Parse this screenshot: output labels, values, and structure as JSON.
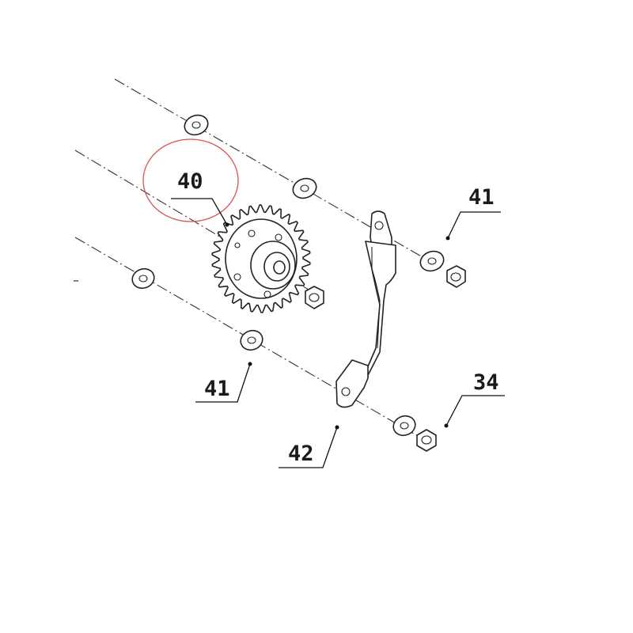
{
  "diagram": {
    "highlight_color": "#d9534f",
    "callouts": {
      "part_40": "40",
      "part_41_upper": "41",
      "part_41_lower": "41",
      "part_42": "42",
      "part_34": "34"
    }
  }
}
